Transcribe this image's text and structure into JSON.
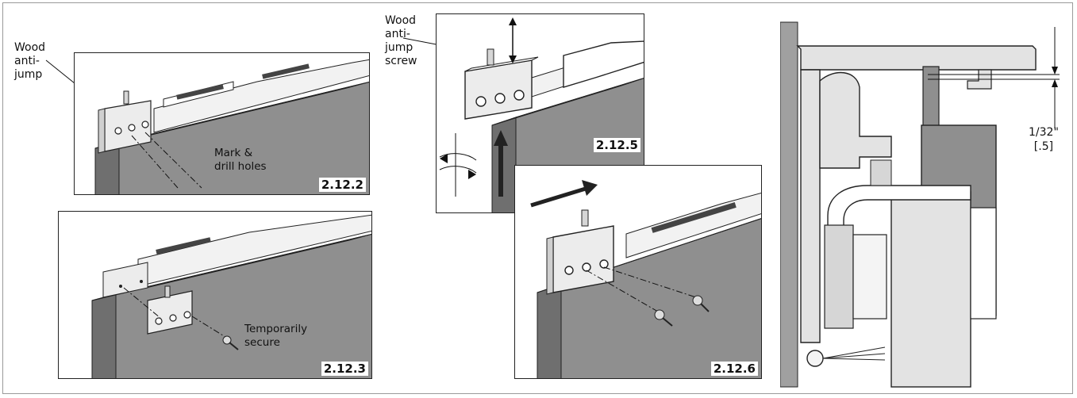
{
  "panels": {
    "p2122": {
      "step": "2.12.2",
      "callout_lines": [
        "Wood",
        "anti-",
        "jump"
      ],
      "note_lines": [
        "Mark &",
        "drill holes"
      ]
    },
    "p2123": {
      "step": "2.12.3",
      "note_lines": [
        "Temporarily",
        "secure"
      ]
    },
    "p2125": {
      "step": "2.12.5",
      "callout_lines": [
        "Wood",
        "anti-",
        "jump",
        "screw"
      ]
    },
    "p2126": {
      "step": "2.12.6"
    }
  },
  "section_view": {
    "dimension_lines": [
      "1/32\"",
      "[.5]"
    ]
  },
  "colors": {
    "door": "#8f8f8f",
    "door_light": "#b9b9b9",
    "track": "#f2f2f2",
    "outline": "#222222",
    "wall": "#a0a0a0",
    "bracket": "#e3e3e3"
  }
}
